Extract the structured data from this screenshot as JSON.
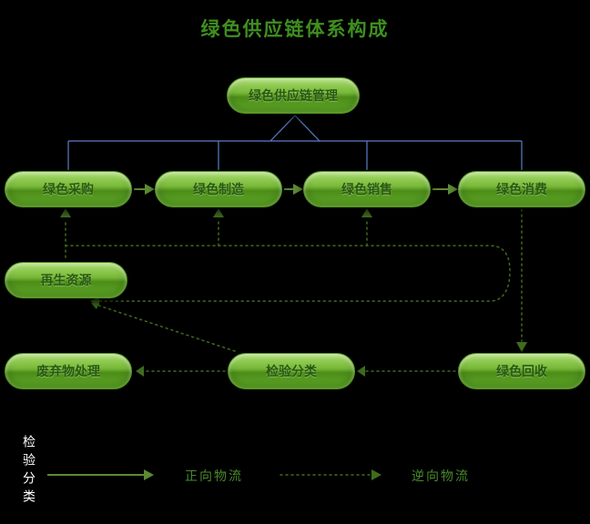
{
  "title": "绿色供应链体系构成",
  "nodes": {
    "management": "绿色供应链管理",
    "procurement": "绿色采购",
    "manufacturing": "绿色制造",
    "sales": "绿色销售",
    "consumption": "绿色消费",
    "renewable": "再生资源",
    "waste": "废弃物处理",
    "inspection": "检验分类",
    "recycling": "绿色回收"
  },
  "legend": {
    "side_label": "检验分类",
    "forward_label": "正向物流",
    "reverse_label": "逆向物流"
  },
  "colors": {
    "background": "#000000",
    "title_text": "#3f8f1f",
    "node_fill_top": "#a9dc6e",
    "node_fill_bottom": "#5ca324",
    "node_border": "#55961f",
    "node_text": "#275a0d",
    "tree_connector": "#5b7ec9",
    "forward_flow": "#5d8a35",
    "reverse_flow": "#3f6c1e",
    "legend_side_text": "#ffffff"
  }
}
